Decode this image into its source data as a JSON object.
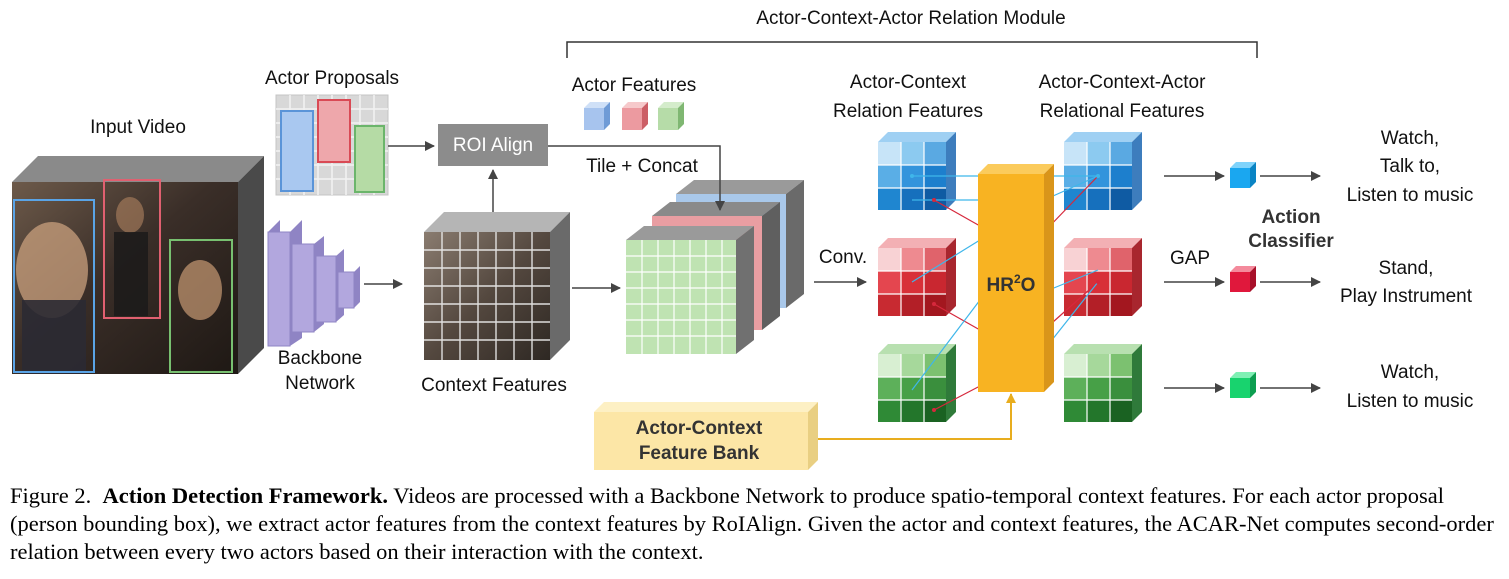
{
  "diagram": {
    "module_title": "Actor-Context-Actor Relation Module",
    "input_video": "Input Video",
    "actor_proposals": "Actor Proposals",
    "backbone_line1": "Backbone",
    "backbone_line2": "Network",
    "context_features": "Context Features",
    "roi_align": "ROI Align",
    "actor_features": "Actor Features",
    "tile_concat": "Tile + Concat",
    "conv": "Conv.",
    "acrf_line1": "Actor-Context",
    "acrf_line2": "Relation Features",
    "acarf_line1": "Actor-Context-Actor",
    "acarf_line2": "Relational  Features",
    "hr2o_prefix": "HR",
    "hr2o_sup": "2",
    "hr2o_suffix": "O",
    "gap": "GAP",
    "action_classifier_line1": "Action",
    "action_classifier_line2": "Classifier",
    "feature_bank_line1": "Actor-Context",
    "feature_bank_line2": "Feature Bank",
    "output_1_line1": "Watch,",
    "output_1_line2": "Talk to,",
    "output_1_line3": "Listen to music",
    "output_2_line1": "Stand,",
    "output_2_line2": "Play Instrument",
    "output_3_line1": "Watch,",
    "output_3_line2": "Listen to music"
  },
  "colors": {
    "blue": "#2a8fd8",
    "red": "#d62f3a",
    "green": "#3f9a4f",
    "hr2o": "#f8b322",
    "feature_bank": "#fce6a6",
    "roi_box": "#8c8c8c",
    "backbone": "#a79bd3"
  },
  "caption": {
    "figure_label": "Figure 2.",
    "title": "Action Detection Framework.",
    "text": "Videos are processed with a Backbone Network to produce spatio-temporal context features. For each actor proposal (person bounding box), we extract actor features from the context features by RoIAlign. Given the actor and context features, the ACAR-Net computes second-order relation between every two actors based on their interaction with the context."
  }
}
